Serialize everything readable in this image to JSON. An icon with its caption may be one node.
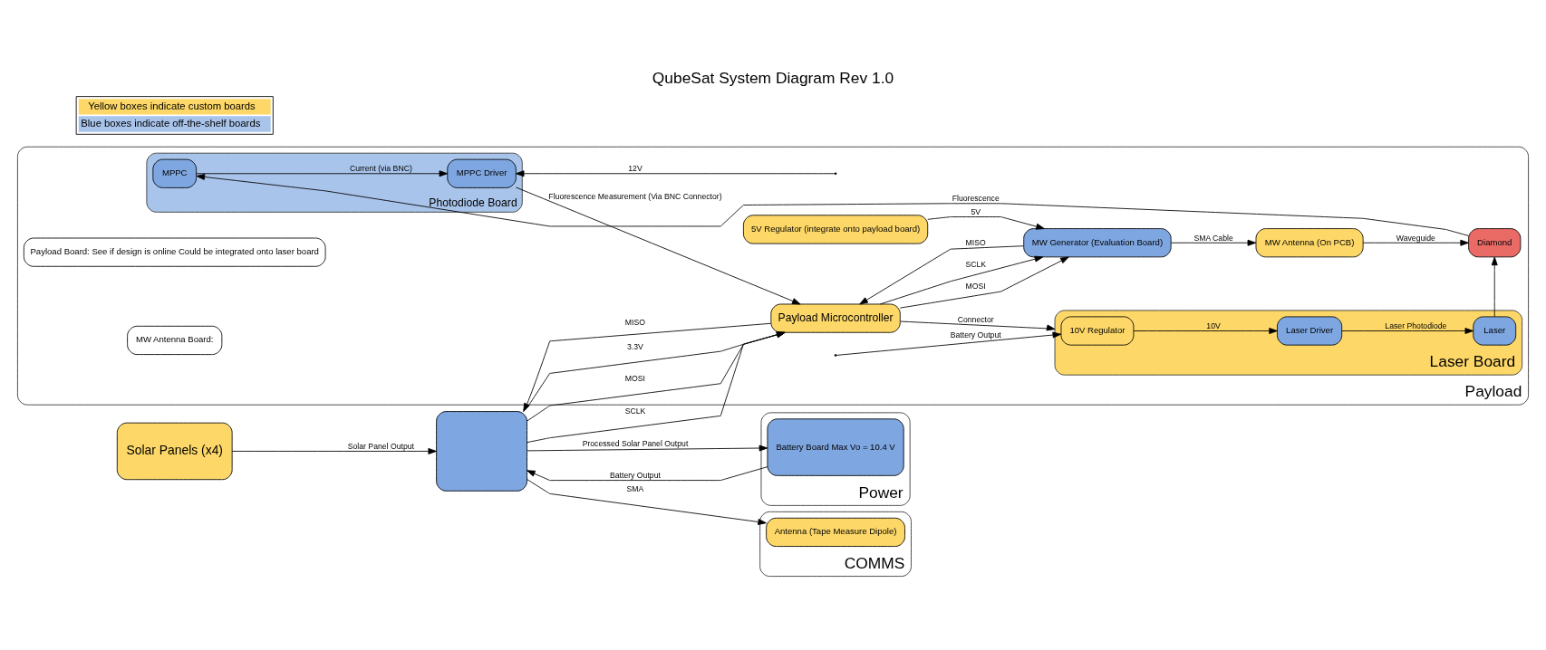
{
  "diagram": {
    "title": "QubeSat System Diagram Rev 1.0",
    "nodes": [
      {
        "text": [
          "Payload"
        ]
      },
      {
        "text": [
          "MW Antenna (On PCB)"
        ],
        "in": 0
      },
      {
        "text": [
          "MW Generator (Evaluation Board)"
        ],
        "in": 0
      },
      {
        "text": [
          "Payload Board: See if design is online Could be integrated onto laser board"
        ],
        "in": 0
      },
      {
        "text": [
          "MW Antenna Board:"
        ],
        "in": 0
      },
      {
        "text": [
          "5V Regulator (integrate onto payload board)"
        ],
        "in": 0
      },
      {
        "text": [
          "Payload Microcontroller"
        ],
        "in": 0
      },
      {
        "text": [
          "Diamond"
        ],
        "in": 0
      },
      {
        "text": [
          "Photodiode Board"
        ],
        "in": 0
      },
      {
        "text": [
          "MPPC"
        ],
        "in": 8
      },
      {
        "text": [
          "MPPC Driver"
        ],
        "in": 8
      },
      {
        "text": [
          "Laser Board"
        ],
        "in": 0
      },
      {
        "text": [
          "10V Regulator"
        ],
        "in": 11
      },
      {
        "text": [
          "Laser Driver"
        ],
        "in": 11
      },
      {
        "text": [
          "Laser"
        ],
        "in": 11
      },
      {
        "text": [],
        "shape": "box"
      },
      {
        "text": [
          "Solar Panels (x4)"
        ]
      },
      {
        "text": [
          "Power"
        ]
      },
      {
        "text": [
          "Battery Board Max Vo = 10.4 V"
        ],
        "in": 17
      },
      {
        "text": [
          "COMMS"
        ]
      },
      {
        "text": [
          "Antenna (Tape Measure Dipole)"
        ],
        "in": 19
      }
    ],
    "edges": [
      {
        "from": 2,
        "to": 1,
        "arrow": "to",
        "label": "SMA Cable"
      },
      {
        "from": 1,
        "to": 7,
        "arrow": "to",
        "label": "Waveguide"
      },
      {
        "from": 6,
        "to": 2,
        "arrow": "to",
        "label": "MOSI"
      },
      {
        "from": 2,
        "to": 6,
        "arrow": "to",
        "label": "MISO"
      },
      {
        "from": 6,
        "to": 2,
        "arrow": "to",
        "label": "SCLK"
      },
      {
        "from": 5,
        "to": 2,
        "arrow": "to",
        "label": "5V"
      },
      {
        "from": 10,
        "to": 6,
        "arrow": "to",
        "label": "Fluorescence Measurement (Via BNC Connector)"
      },
      {
        "from": 7,
        "to": 9,
        "arrow": "to",
        "label": "Fluorescence"
      },
      {
        "from": 9,
        "to": 10,
        "arrow": "to",
        "label": "Current (via BNC)"
      },
      {
        "from": null,
        "to": 10,
        "arrow": "to",
        "label": "12V"
      },
      {
        "from": null,
        "to": 12,
        "arrow": "to",
        "label": "Battery Output"
      },
      {
        "from": 12,
        "to": 13,
        "arrow": "to",
        "label": "10V"
      },
      {
        "from": 13,
        "to": 14,
        "arrow": "to",
        "label": "Laser Photodiode"
      },
      {
        "from": 14,
        "to": 7,
        "arrow": "to"
      },
      {
        "from": 6,
        "to": 11,
        "arrow": "to",
        "label": "Connector"
      },
      {
        "from": 15,
        "to": 6,
        "arrow": "to",
        "label": "3.3V"
      },
      {
        "from": 15,
        "to": 6,
        "arrow": "to",
        "label": "MOSI"
      },
      {
        "from": 6,
        "to": 15,
        "arrow": "to",
        "label": "MISO"
      },
      {
        "from": 15,
        "to": 6,
        "arrow": "to",
        "label": "SCLK"
      },
      {
        "from": 16,
        "to": 15,
        "arrow": "to",
        "label": "Solar Panel Output"
      },
      {
        "from": 18,
        "to": 15,
        "arrow": "to",
        "label": "Battery Output"
      },
      {
        "from": 15,
        "to": 18,
        "arrow": "to",
        "label": "Processed Solar Panel Output"
      },
      {
        "from": 15,
        "to": 20,
        "arrow": "to",
        "label": "SMA"
      }
    ],
    "legend": [
      {
        "text": "Yellow boxes indicate custom boards",
        "color": "#fdd868"
      },
      {
        "text": "Blue boxes indicate off-the-shelf boards",
        "color": "#a9c4eb"
      }
    ]
  }
}
